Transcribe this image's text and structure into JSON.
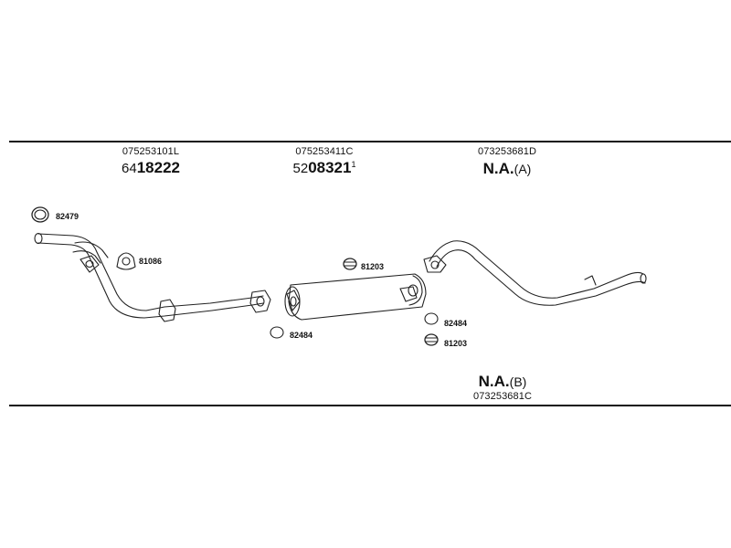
{
  "columns": [
    {
      "oe_number": "075253101L",
      "prefix": "64",
      "main_number": "18222",
      "superscript": ""
    },
    {
      "oe_number": "075253411C",
      "prefix": "52",
      "main_number": "08321",
      "superscript": "1"
    },
    {
      "oe_number": "073253681D",
      "na_text": "N.A.",
      "na_suffix": "(A)"
    }
  ],
  "bottom_item": {
    "na_text": "N.A.",
    "na_suffix": "(B)",
    "oe_number": "073253681C"
  },
  "parts": [
    {
      "number": "82479"
    },
    {
      "number": "81086"
    },
    {
      "number": "81203"
    },
    {
      "number": "82484"
    },
    {
      "number": "82484"
    },
    {
      "number": "81203"
    }
  ]
}
